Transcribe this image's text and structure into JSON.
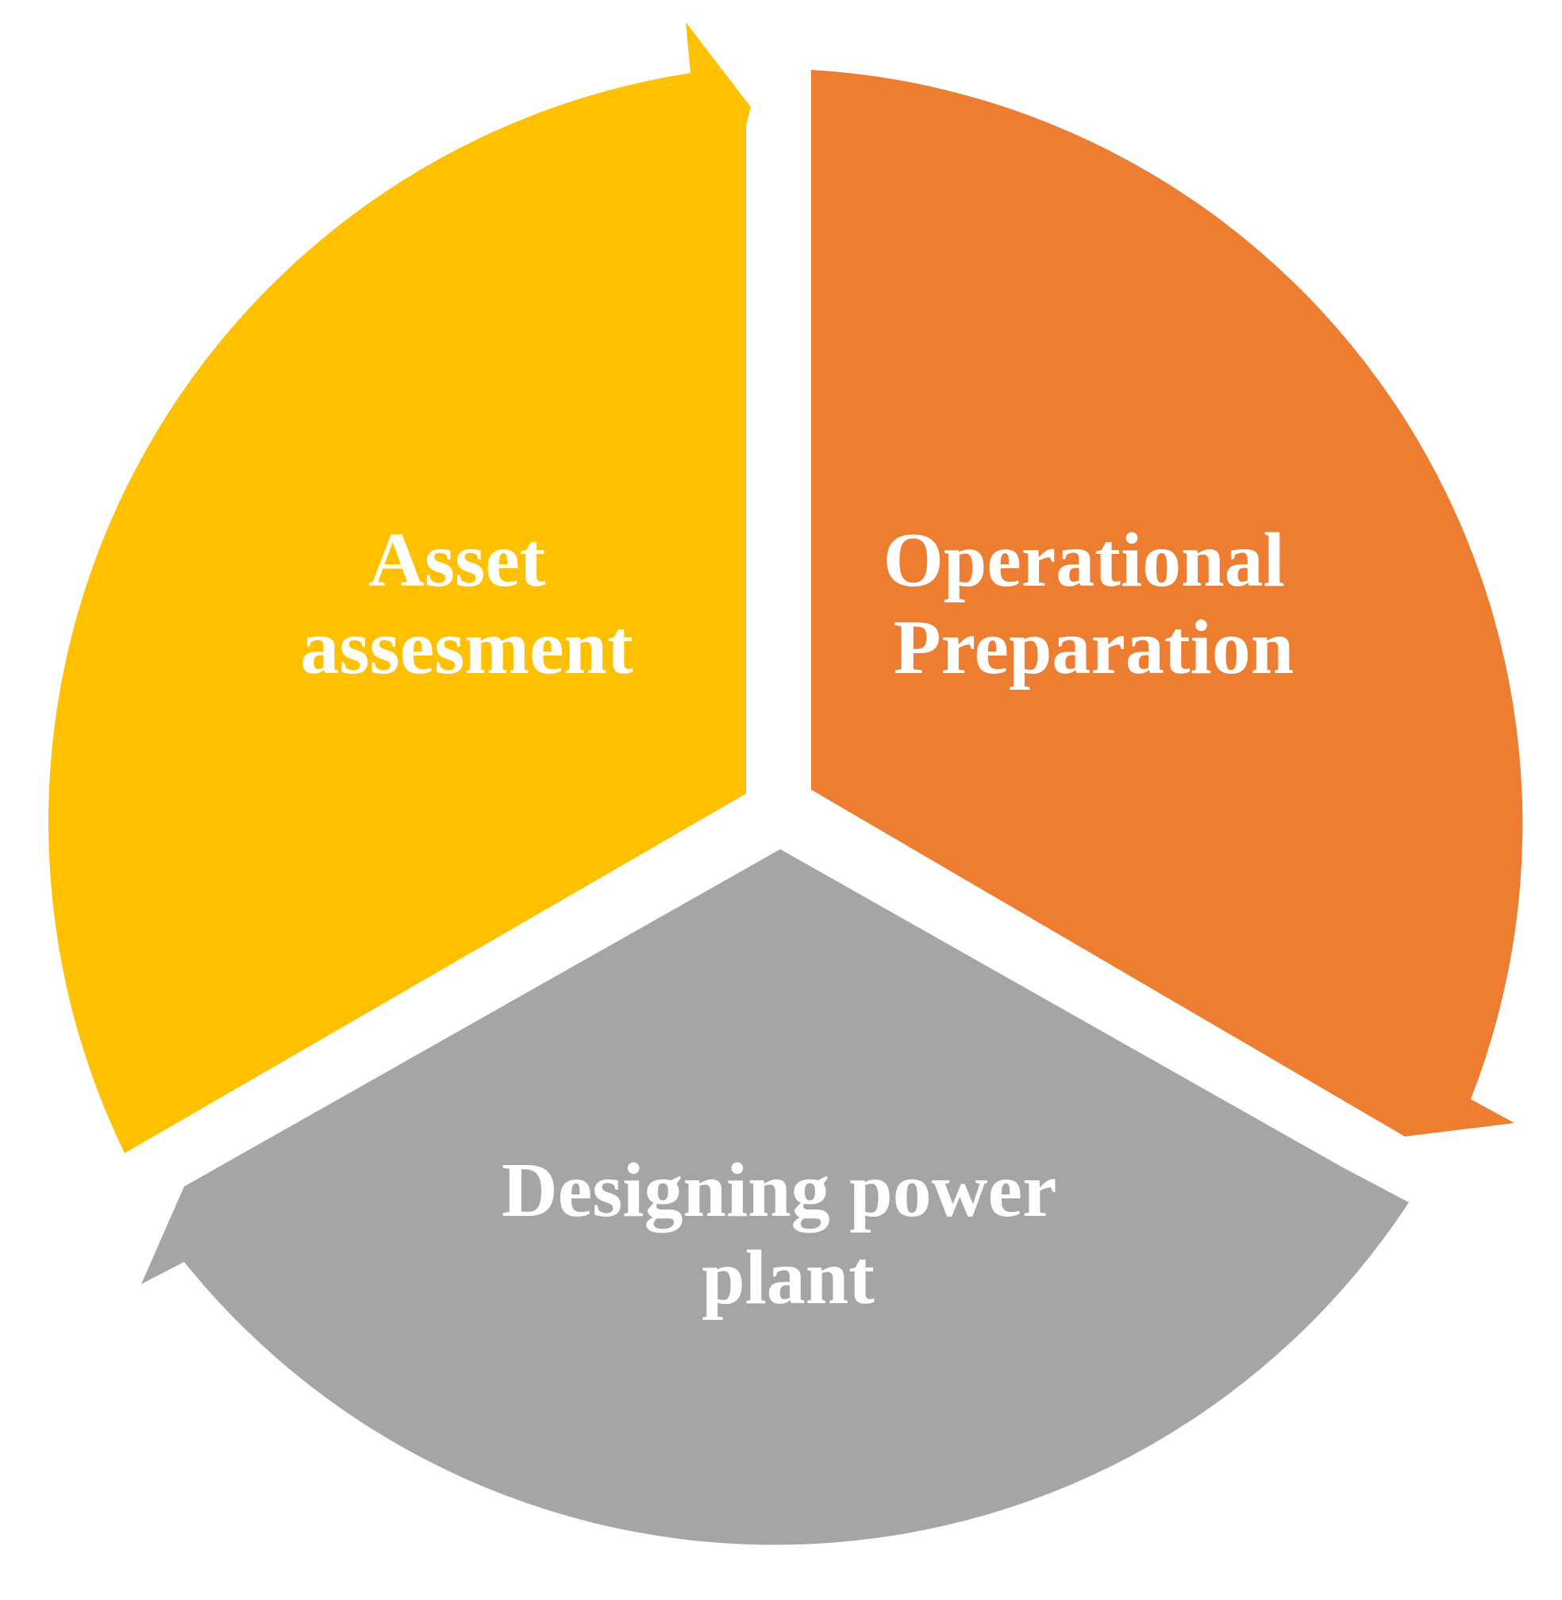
{
  "diagram": {
    "segments": [
      {
        "id": "asset",
        "line1": "Asset",
        "line2": "assesment",
        "color": "#FFC000"
      },
      {
        "id": "operational",
        "line1": "Operational",
        "line2": "Preparation",
        "color": "#ED7D31"
      },
      {
        "id": "designing",
        "line1": "Designing power",
        "line2": "plant",
        "color": "#A5A5A5"
      }
    ]
  }
}
